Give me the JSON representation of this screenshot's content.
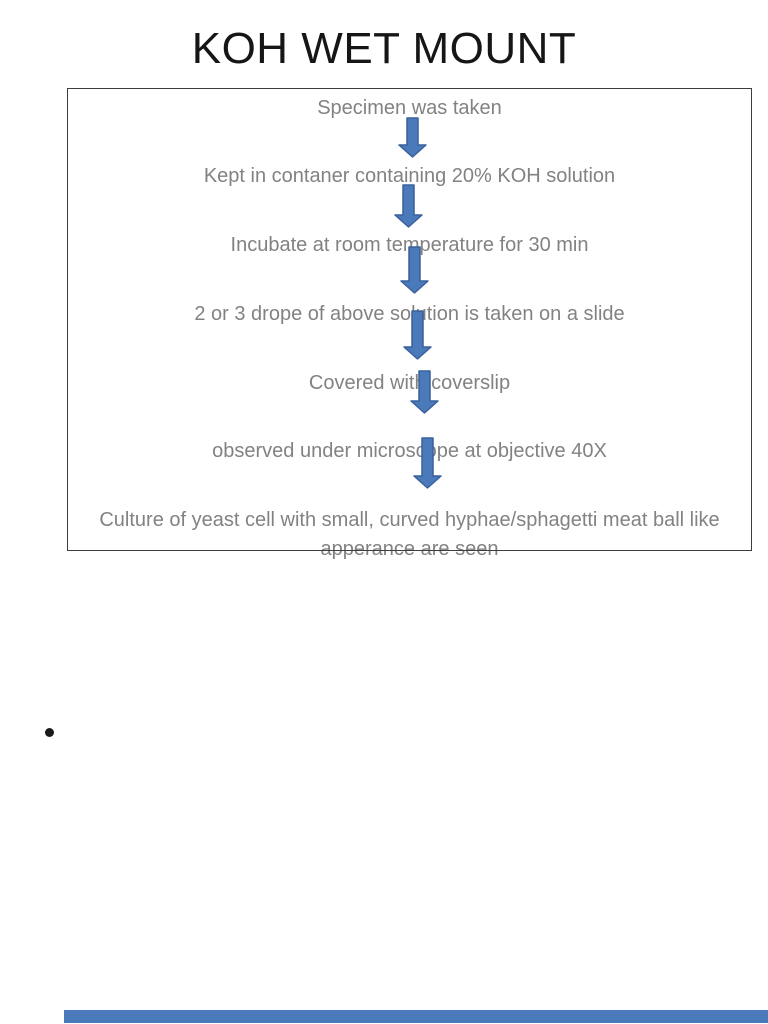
{
  "slide": {
    "title": "KOH WET MOUNT",
    "flowchart": {
      "type": "vertical-flow",
      "steps": [
        "Specimen was taken",
        "Kept in contaner containing 20% KOH solution",
        "Incubate at room temperature for 30 min",
        "2 or 3 drope of above solution is taken on a slide",
        "Covered with coverslip",
        "observed under microscope at objective 40X",
        "Culture of yeast cell with small, curved hyphae/sphagetti meat ball like apperance are seen"
      ],
      "connector_icon": "down-arrow-icon",
      "arrow_count": 6
    },
    "bullet_glyph": "•",
    "colors": {
      "title_text": "#161616",
      "step_text": "#828282",
      "box_border": "#3d3d3d",
      "arrow_fill": "#4a7aba",
      "arrow_border": "#38609c",
      "bottom_bar": "#4a7aba"
    }
  }
}
